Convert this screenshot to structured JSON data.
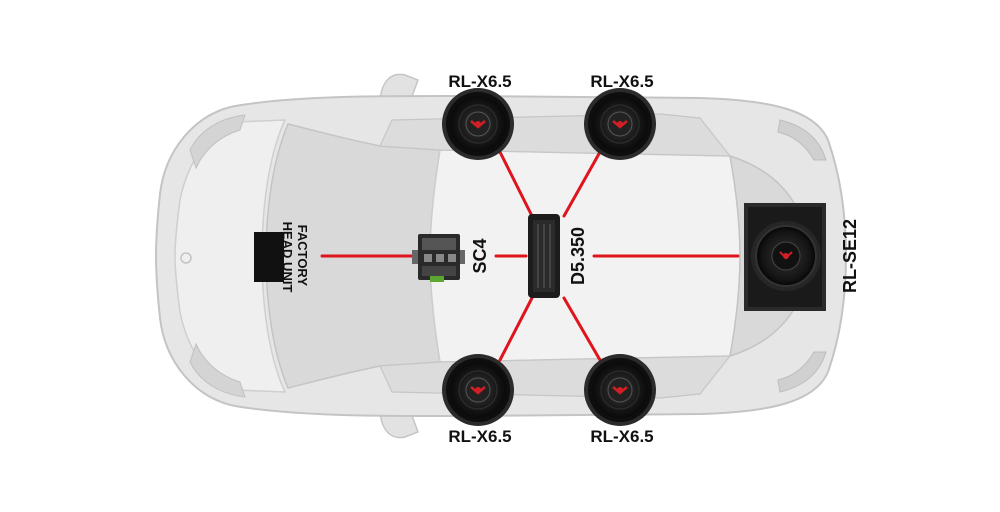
{
  "colors": {
    "background": "#ffffff",
    "car_body": "#e6e6e6",
    "car_body_light": "#f1f1f1",
    "car_outline": "#c8c8c8",
    "glass": "#d9d9d9",
    "wire": "#e0141c",
    "speaker_accent": "#d21f26",
    "component_dark": "#1c1c1c",
    "label_text": "#111111"
  },
  "labels": {
    "head_unit_line1": "FACTORY",
    "head_unit_line2": "HEAD UNIT",
    "processor": "SC4",
    "amplifier": "D5.350",
    "subwoofer": "RL-SE12",
    "speaker_front_left": "RL-X6.5",
    "speaker_front_right": "RL-X6.5",
    "speaker_rear_left": "RL-X6.5",
    "speaker_rear_right": "RL-X6.5"
  },
  "icons": {
    "speaker": "coaxial-speaker-icon",
    "subwoofer": "subwoofer-enclosure-icon",
    "amplifier": "amplifier-icon",
    "processor": "signal-processor-icon",
    "head_unit": "head-unit-icon"
  }
}
